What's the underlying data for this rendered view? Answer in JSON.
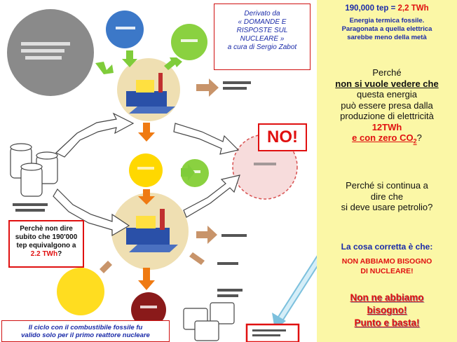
{
  "source_note": {
    "line1": "Derivato da",
    "line2": "« DOMANDE E",
    "line3": "RISPOSTE SUL",
    "line4": "NUCLEARE »",
    "line5": "a cura di Sergio Zabot"
  },
  "no_label": "NO!",
  "question_box": {
    "line1": "Perchè non dire",
    "line2": "subito che 190'000",
    "line3": "tep equivalgono a",
    "value": "2.2 TWh",
    "suffix": "?"
  },
  "footnote": {
    "line1": "Il ciclo con il combustibile fossile fu",
    "line2": "valido solo per il primo reattore nucleare"
  },
  "right_panel": {
    "headline_prefix": "190,000 tep = ",
    "headline_value": "2,2 TWh",
    "sub1": "Energia termica fossile.",
    "sub2": "Paragonata a quella elettrica",
    "sub3": "sarebbe meno della metà",
    "p1": "Perché",
    "p2": "non si vuole vedere che",
    "p3": "questa energia",
    "p4": "può essere presa dalla",
    "p5": "produzione di elettricità",
    "p6": "12TWh",
    "p7a": "e con zero CO",
    "p7sub": "2",
    "p7end": "?",
    "q1": "Perché si continua  a",
    "q2": "dire che",
    "q3": "si deve usare petrolio?",
    "correct": "La cosa corretta è che:",
    "nonuc1": "NON ABBIAMO BISOGNO",
    "nonuc2": "DI NUCLEARE!",
    "final1": "Non ne abbiamo",
    "final2": "bisogno!",
    "final3": "Punto e basta!"
  },
  "colors": {
    "accent_red": "#e01010",
    "accent_blue": "#1a2aa8",
    "panel_yellow": "#fbf7a6"
  }
}
